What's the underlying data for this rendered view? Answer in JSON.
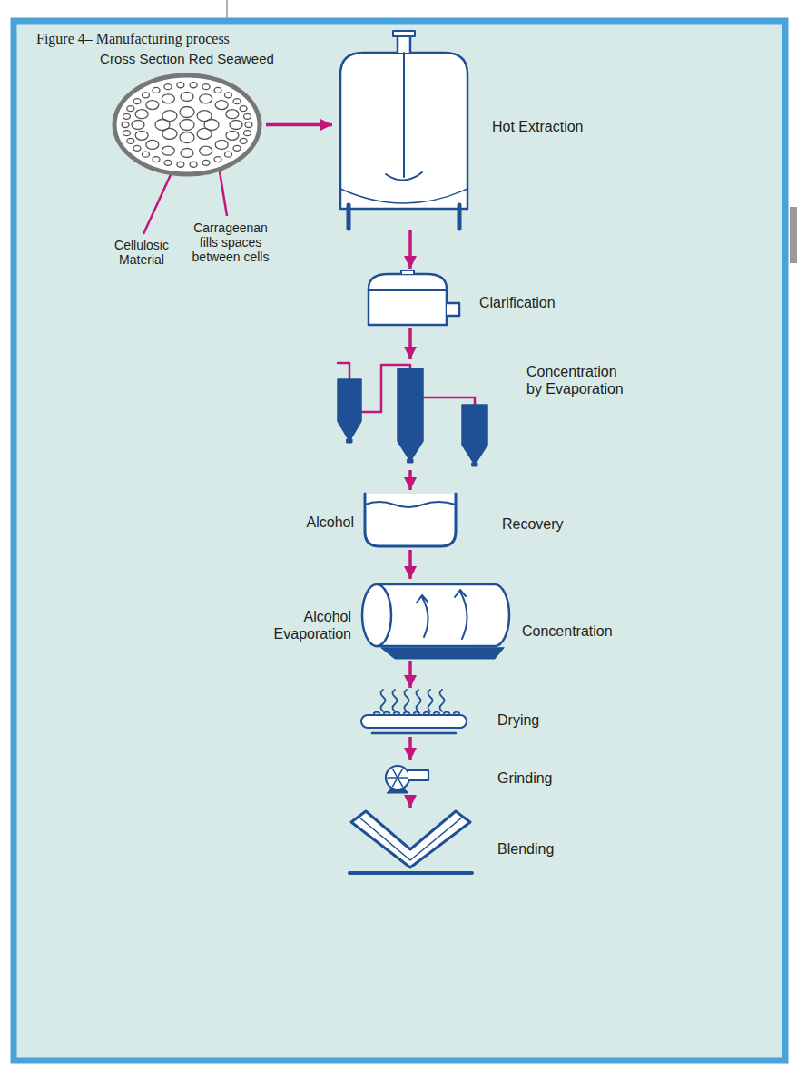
{
  "diagram": {
    "title": "Figure 4– Manufacturing process",
    "nodes": [
      {
        "text": [
          "Cross Section Red Seaweed"
        ]
      },
      {
        "text": [
          "Hot Extraction"
        ]
      },
      {
        "text": [
          "Clarification"
        ]
      },
      {
        "text": [
          "Concentration by Evaporation"
        ]
      },
      {
        "text": [
          "Alcohol",
          "Recovery"
        ]
      },
      {
        "text": [
          "Alcohol Evaporation",
          "Concentration"
        ]
      },
      {
        "text": [
          "Drying"
        ]
      },
      {
        "text": [
          "Grinding"
        ]
      },
      {
        "text": [
          "Blending"
        ]
      }
    ],
    "edges": [
      {
        "from": 0,
        "to": 1,
        "arrow": "to"
      },
      {
        "from": 1,
        "to": 2,
        "arrow": "to"
      },
      {
        "from": 2,
        "to": 3,
        "arrow": "to"
      },
      {
        "from": 3,
        "to": 4,
        "arrow": "to"
      },
      {
        "from": 4,
        "to": 5,
        "arrow": "to"
      },
      {
        "from": 5,
        "to": 6,
        "arrow": "to"
      },
      {
        "from": 6,
        "to": 7,
        "arrow": "to"
      },
      {
        "from": 7,
        "to": 8,
        "arrow": "to"
      }
    ],
    "labels": [
      "Cellulosic Material",
      "Carrageenan fills spaces between cells"
    ]
  }
}
